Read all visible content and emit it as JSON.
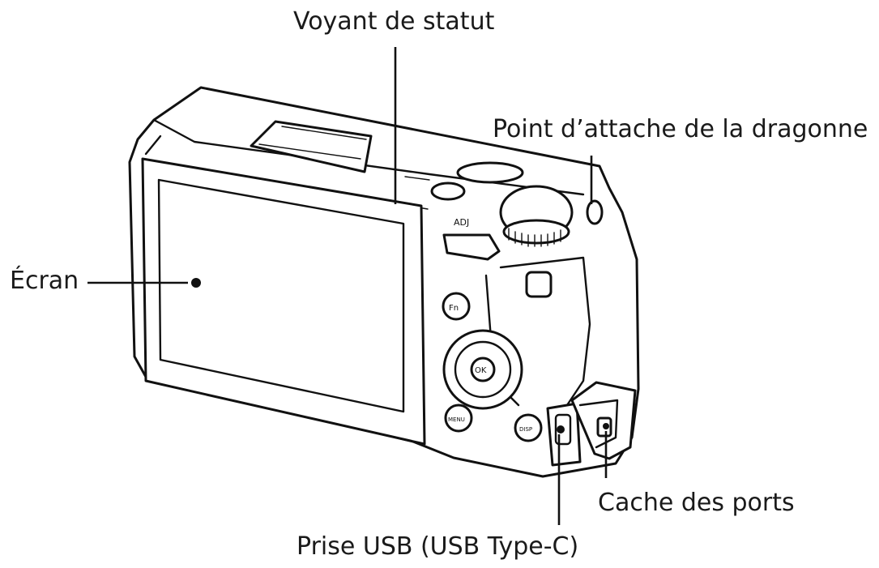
{
  "labels": {
    "status_led": "Voyant de statut",
    "strap_lug": "Point d’attache de la dragonne",
    "screen": "Écran",
    "port_cover": "Cache des ports",
    "usb_port": "Prise USB (USB Type-C)"
  },
  "camera_markings": {
    "adj": "ADJ",
    "ok": "OK",
    "fn": "Fn",
    "menu": "MENU",
    "disp": "DISP"
  },
  "colors": {
    "line": "#111111",
    "background": "#ffffff"
  }
}
